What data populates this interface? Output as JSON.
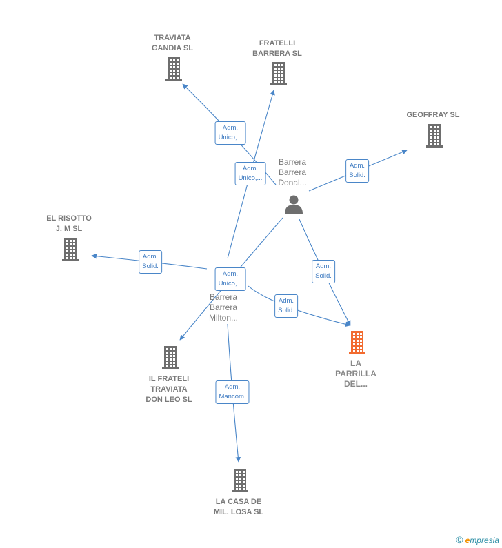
{
  "colors": {
    "edge": "#4a86c8",
    "node": "#6e6e6e",
    "focus": "#f26b30"
  },
  "companies": [
    {
      "id": "traviata",
      "label": "TRAVIATA\nGANDIA  SL",
      "icon": "building-icon",
      "name": "company-traviata-gandia"
    },
    {
      "id": "fratelli",
      "label": "FRATELLI\nBARRERA SL",
      "icon": "building-icon",
      "name": "company-fratelli-barrera"
    },
    {
      "id": "geoffray",
      "label": "GEOFFRAY SL",
      "icon": "building-icon",
      "name": "company-geoffray"
    },
    {
      "id": "risotto",
      "label": "EL RISOTTO\nJ.  M SL",
      "icon": "building-icon",
      "name": "company-el-risotto"
    },
    {
      "id": "ilfrateli",
      "label": "IL FRATELI\nTRAVIATA\nDON LEO  SL",
      "icon": "building-icon",
      "name": "company-il-frateli"
    },
    {
      "id": "lacasa",
      "label": "LA CASA DE\nMIL. LOSA  SL",
      "icon": "building-icon",
      "name": "company-la-casa"
    },
    {
      "id": "parrilla",
      "label": "LA\nPARRILLA\nDEL...",
      "icon": "building-icon",
      "name": "company-la-parrilla",
      "focus": true
    }
  ],
  "persons": [
    {
      "id": "donal",
      "label": "Barrera\nBarrera\nDonal...",
      "icon": "person-icon",
      "name": "person-barrera-donal"
    },
    {
      "id": "milton",
      "label": "Barrera\nBarrera\nMilton...",
      "icon": "person-icon",
      "name": "person-barrera-milton"
    }
  ],
  "edges": [
    {
      "from": "donal",
      "to": "traviata",
      "label": "Adm.\nUnico,..."
    },
    {
      "from": "milton",
      "to": "fratelli",
      "label": "Adm.\nUnico,..."
    },
    {
      "from": "donal",
      "to": "geoffray",
      "label": "Adm.\nSolid."
    },
    {
      "from": "donal",
      "to": "parrilla",
      "label": "Adm.\nSolid."
    },
    {
      "from": "milton",
      "to": "risotto",
      "label": "Adm.\nSolid."
    },
    {
      "from": "donal",
      "to": "ilfrateli",
      "label": "Adm.\nUnico,..."
    },
    {
      "from": "milton",
      "to": "parrilla",
      "label": "Adm.\nSolid."
    },
    {
      "from": "milton",
      "to": "lacasa",
      "label": "Adm.\nMancom."
    }
  ],
  "footer": {
    "copyright": "©",
    "brand_e": "e",
    "brand_rest": "mpresia"
  }
}
